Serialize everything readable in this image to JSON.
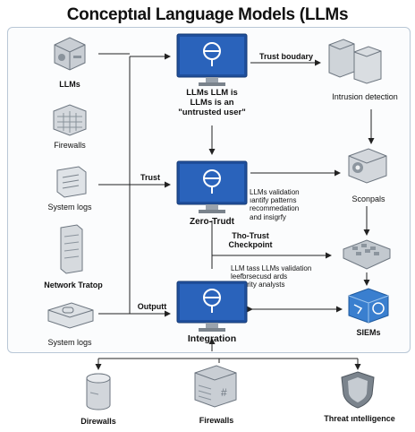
{
  "title": "Conceptıal Language Models (LLMs",
  "left_column": [
    {
      "label": "LLMs",
      "icon": "server-cube-icon"
    },
    {
      "label": "Firewalls",
      "icon": "firewall-grid-icon"
    },
    {
      "label": "System logs",
      "icon": "log-box-icon"
    },
    {
      "label": "Network Tratop",
      "icon": "tower-server-icon"
    },
    {
      "label": "System logs",
      "icon": "device-box-icon"
    }
  ],
  "center": {
    "monitor1_caption": "LLMs LLM is\nLLMs is an\n\"untrusted user\"",
    "monitor2_caption": "Zero-Trudt",
    "monitor2_note": "LLMs validation\nıantify patterns\nrecommedation\nand insigrfy",
    "checkpoint_label": "Tho-Trust\nCheckpoint",
    "checkpoint_note": "LLM tass LLMs validation\nleefbrsecusd ards\nSecurity analysts",
    "monitor3_caption": "Integration"
  },
  "edge_labels": {
    "trust_boundary": "Trust boudary",
    "trust": "Trust",
    "output": "Outputt"
  },
  "right_column": [
    {
      "label": "Intrusion detection",
      "icon": "storage-cubes-icon"
    },
    {
      "label": "Sconpals",
      "icon": "scanner-box-icon"
    },
    {
      "label": "",
      "icon": "grid-panel-icon"
    },
    {
      "label": "SIEMs",
      "icon": "siem-cube-icon"
    }
  ],
  "bottom_row": [
    {
      "label": "Direwalls",
      "icon": "cylinder-server-icon"
    },
    {
      "label": "Firewalls",
      "icon": "server-rack-icon"
    },
    {
      "label": "Threat ıntelligence",
      "icon": "shield-icon"
    }
  ],
  "colors": {
    "monitor_blue": "#1f4f9c",
    "frame": "#b9c7d6",
    "arrow": "#222222"
  }
}
